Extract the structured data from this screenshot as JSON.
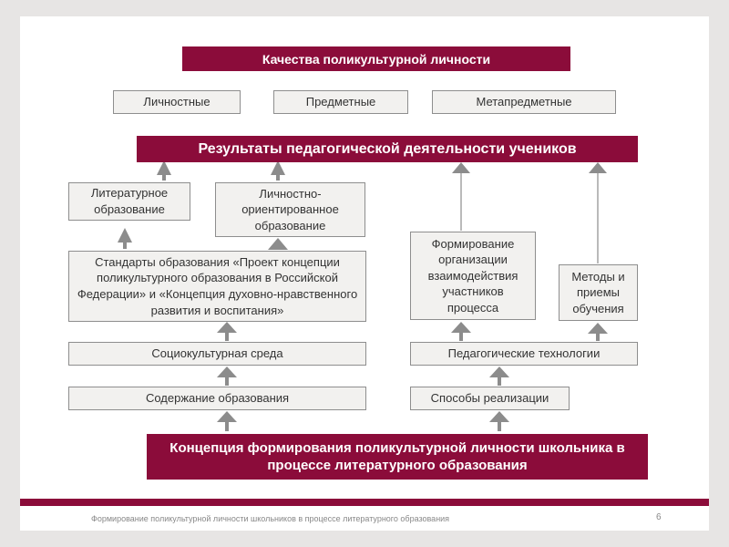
{
  "title": "Качества поликультурной личности",
  "qualities": [
    "Личностные",
    "Предметные",
    "Метапредметные"
  ],
  "results_bar": "Результаты педагогической деятельности учеников",
  "lit_education": "Литературное образование",
  "personal_education": "Личностно-ориентированное образование",
  "standards": "Стандарты образования «Проект концепции поликультурного образования в Российской Федерации» и «Концепция духовно-нравственного развития и воспитания»",
  "sociocultural": "Социокультурная среда",
  "content": "Содержание образования",
  "interaction": "Формирование организации взаимодействия участников процесса",
  "methods": "Методы и приемы обучения",
  "ped_tech": "Педагогические технологии",
  "ways": "Способы реализации",
  "concept": "Концепция формирования поликультурной личности школьника в процессе литературного образования",
  "footer": "Формирование поликультурной личности школьников в процессе литературного образования",
  "page_number": "6",
  "colors": {
    "accent": "#8b0c3a",
    "box_fill": "#f2f1ef",
    "arrow": "#8c8c8c"
  }
}
